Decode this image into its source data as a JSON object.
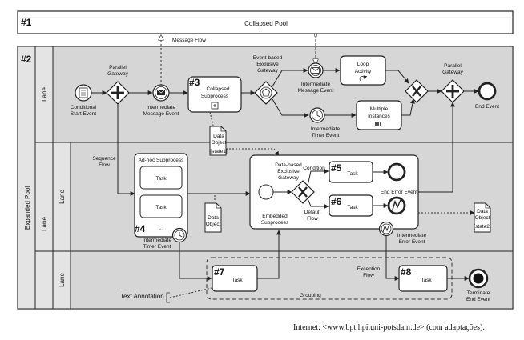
{
  "pools": {
    "collapsed_number": "#1",
    "collapsed_title": "Collapsed Pool",
    "expanded_number": "#2",
    "expanded_title": "Expanded Pool",
    "lane_label": "Lane"
  },
  "markers": {
    "n3": "#3",
    "n4": "#4",
    "n5": "#5",
    "n6": "#6",
    "n7": "#7",
    "n8": "#8"
  },
  "labels": {
    "message_flow": "Message Flow",
    "parallel_gateway_1": "Parallel",
    "parallel_gateway_2": "Gateway",
    "conditional_start_1": "Conditional",
    "conditional_start_2": "Start Event",
    "intermediate_message_1": "Intermediate",
    "intermediate_message_2": "Message Event",
    "collapsed_subprocess_1": "Collapsed",
    "collapsed_subprocess_2": "Subprocess",
    "event_based_1": "Event-based",
    "event_based_2": "Exclusive",
    "event_based_3": "Gateway",
    "loop_activity_1": "Loop",
    "loop_activity_2": "Activity",
    "multiple_instances_1": "Multiple",
    "multiple_instances_2": "Instances",
    "intermediate_timer_1": "Intermediate",
    "intermediate_timer_2": "Timer Event",
    "end_event": "End Event",
    "data_object": "Data",
    "data_object_2": "Object",
    "state1": "[state1]",
    "state2": "[state2]",
    "sequence_flow_1": "Sequence",
    "sequence_flow_2": "Flow",
    "adhoc_subprocess": "Ad-hoc Subprocess",
    "task": "Task",
    "data_based_1": "Data-based",
    "data_based_2": "Exclusive",
    "data_based_3": "Gateway",
    "condition": "Condition",
    "default_flow_1": "Default",
    "default_flow_2": "Flow",
    "end_error_event": "End Error Event",
    "embedded_subprocess_1": "Embedded",
    "embedded_subprocess_2": "Subprocess",
    "intermediate_error_1": "Intermediate",
    "intermediate_error_2": "Error Event",
    "exception_flow_1": "Exception",
    "exception_flow_2": "Flow",
    "text_annotation": "Text Annotation",
    "grouping": "Grouping",
    "terminate_1": "Terminate",
    "terminate_2": "End Event"
  },
  "caption": "Internet: <www.bpt.hpi.uni-potsdam.de> (com adaptações).",
  "colors": {
    "lane_fill": "#d6d6d6",
    "pool_fill": "#ffffff",
    "stroke": "#222222"
  }
}
